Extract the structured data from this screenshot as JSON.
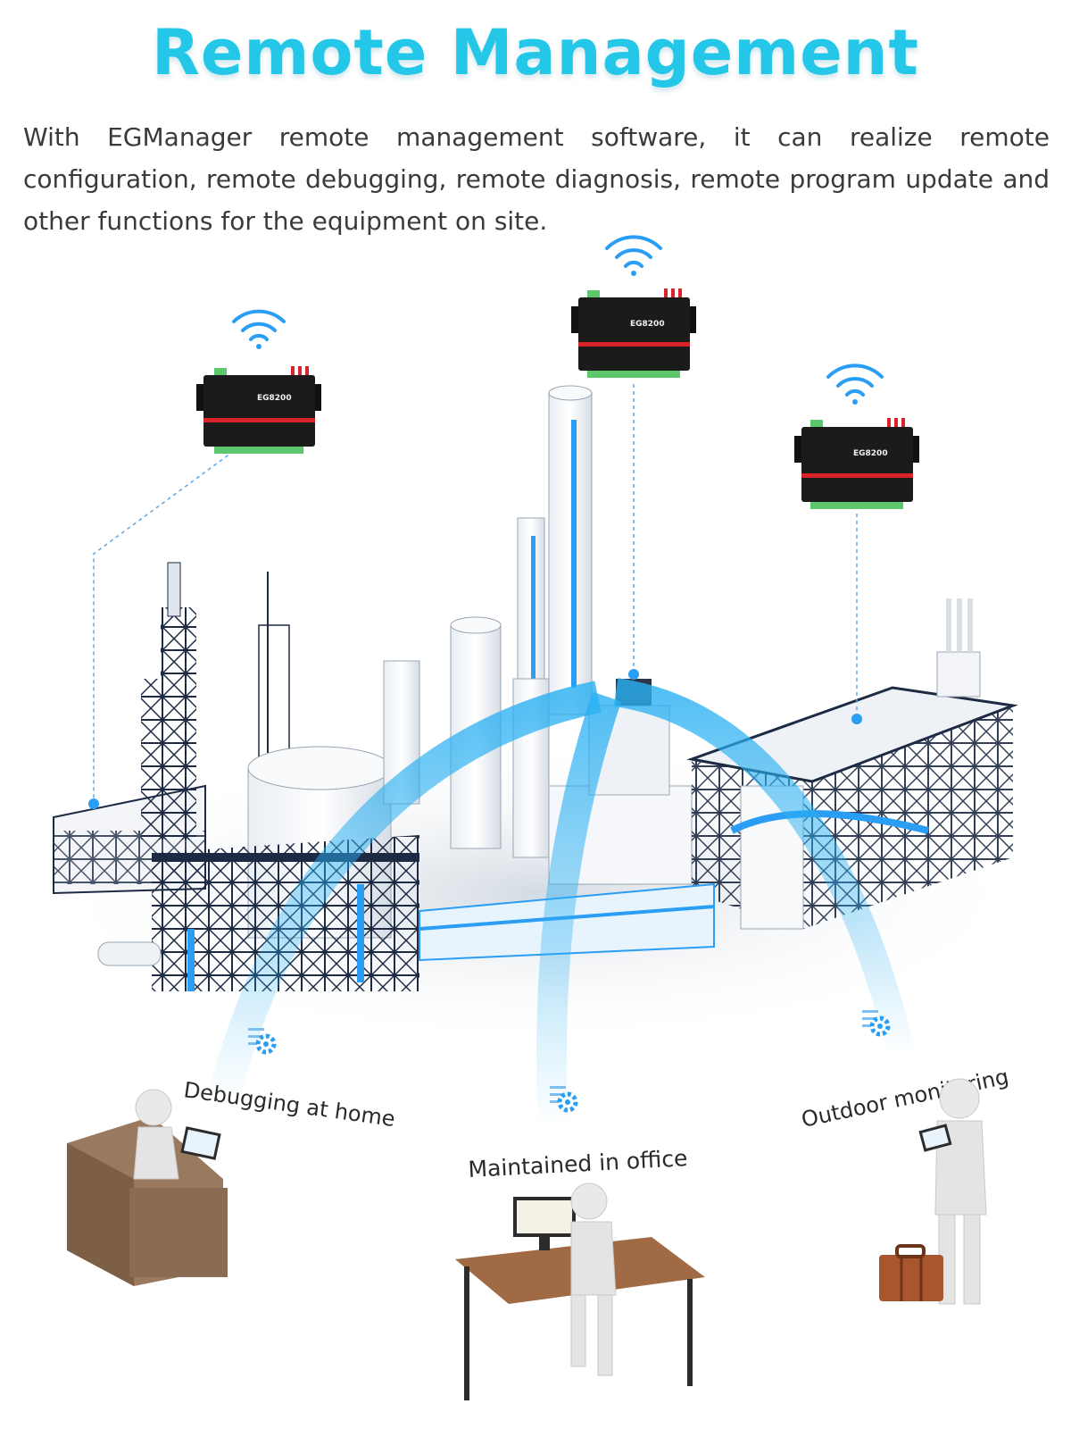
{
  "title": "Remote Management",
  "description": "With EGManager remote management software, it can realize remote configuration, remote debugging, remote diagnosis, remote program update and other functions for the equipment on site.",
  "devices": [
    {
      "model": "EG8200"
    },
    {
      "model": "EG8200"
    },
    {
      "model": "EG8200"
    }
  ],
  "scenarios": [
    {
      "label": "Debugging at home"
    },
    {
      "label": "Maintained in office"
    },
    {
      "label": "Outdoor monitoring"
    }
  ],
  "colors": {
    "title": "#25c7e8",
    "accent_blue": "#2a9df4",
    "device_body": "#1b1b1b",
    "device_stripe": "#d8232a",
    "terminal_green": "#5cc86b",
    "steel": "#1c2a44"
  }
}
